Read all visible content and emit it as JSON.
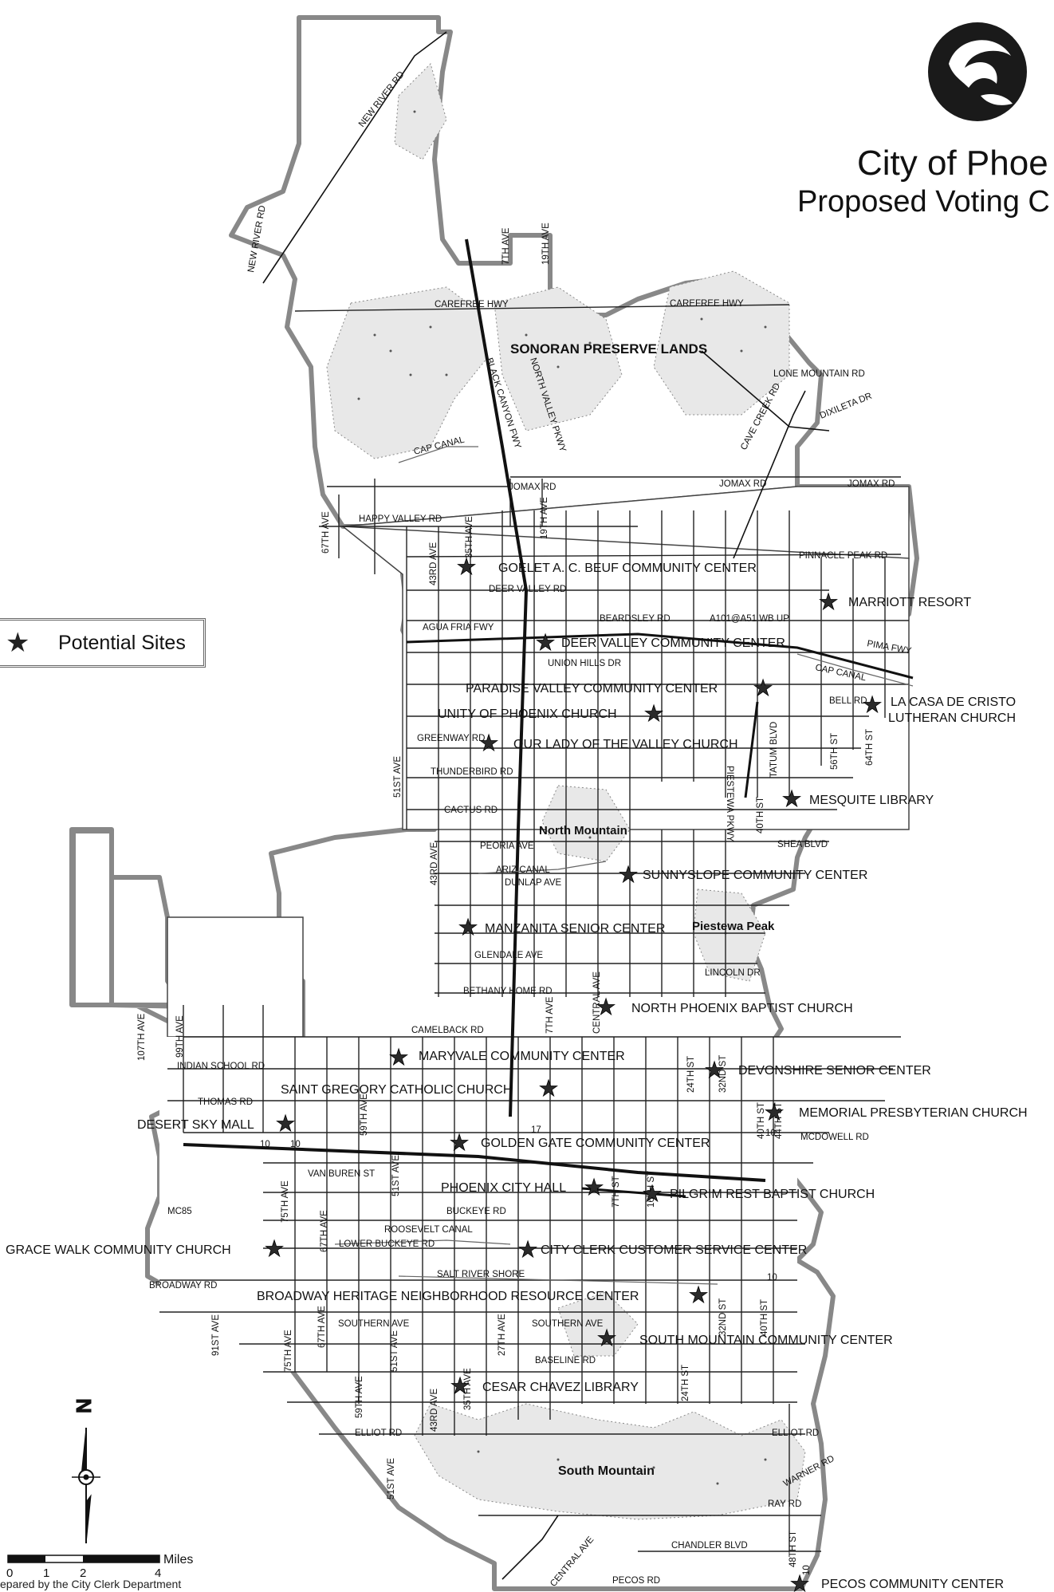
{
  "title": {
    "line1": "City of Phoe",
    "line2": "Proposed Voting C"
  },
  "legend": {
    "icon": "star-icon",
    "label": "Potential Sites"
  },
  "scale": {
    "unit": "Miles",
    "ticks": [
      "0",
      "1",
      "2",
      "4"
    ]
  },
  "north_label": "N",
  "credit": "epared by the City Clerk Department",
  "areas": [
    "SONORAN PRESERVE LANDS",
    "North Mountain",
    "Piestewa Peak",
    "South Mountain"
  ],
  "streets": [
    "NEW RIVER RD",
    "NEW RIVER RD",
    "CAREFREE HWY",
    "CAREFREE HWY",
    "LONE MOUNTAIN RD",
    "DIXILETA DR",
    "CAVE CREEK RD",
    "CAP CANAL",
    "JOMAX RD",
    "JOMAX RD",
    "JOMAX RD",
    "HAPPY VALLEY RD",
    "67TH AVE",
    "35TH AVE",
    "19TH AVE",
    "7TH AVE",
    "19TH AVE",
    "PINNACLE PEAK RD",
    "43RD AVE",
    "DEER VALLEY RD",
    "BEARDSLEY RD",
    "A101@A51 WB UP",
    "AGUA FRIA FWY",
    "PIMA FWY",
    "UNION HILLS DR",
    "CAP CANAL",
    "BELL RD",
    "GREENWAY RD",
    "TATUM BLVD",
    "56TH ST",
    "64TH ST",
    "51ST AVE",
    "THUNDERBIRD RD",
    "CACTUS RD",
    "40TH ST",
    "SHEA BLVD",
    "PEORIA AVE",
    "ARIZ CANAL",
    "DUNLAP AVE",
    "43RD AVE",
    "GLENDALE AVE",
    "LINCOLN DR",
    "BETHANY HOME RD",
    "7TH AVE",
    "CENTRAL AVE",
    "CAMELBACK RD",
    "107TH AVE",
    "99TH AVE",
    "INDIAN SCHOOL RD",
    "24TH ST",
    "32ND ST",
    "THOMAS RD",
    "40TH ST",
    "44TH ST",
    "MCDOWELL RD",
    "59TH AVE",
    "VAN BUREN ST",
    "51ST AVE",
    "7TH ST",
    "16TH ST",
    "MC85",
    "75TH AVE",
    "67TH AVE",
    "BUCKEYE RD",
    "ROOSEVELT CANAL",
    "LOWER BUCKEYE RD",
    "SALT RIVER SHORE",
    "BROADWAY RD",
    "91ST AVE",
    "SOUTHERN AVE",
    "SOUTHERN AVE",
    "27TH AVE",
    "32ND ST",
    "40TH ST",
    "BASELINE RD",
    "75TH AVE",
    "67TH AVE",
    "51ST AVE",
    "59TH AVE",
    "43RD AVE",
    "35TH AVE",
    "24TH ST",
    "ELLIOT RD",
    "ELLIOT RD",
    "51ST AVE",
    "WARNER RD",
    "RAY RD",
    "CHANDLER BLVD",
    "48TH ST",
    "PECOS RD",
    "CENTRAL AVE",
    "BLACK CANYON FWY",
    "NORTH VALLEY PKWY",
    "PIESTEWA PKWY",
    "10",
    "10",
    "10",
    "10",
    "10",
    "17"
  ],
  "sites": [
    "GOELET A. C. BEUF COMMUNITY CENTER",
    "MARRIOTT RESORT",
    "DEER VALLEY COMMUNITY CENTER",
    "PARADISE VALLEY COMMUNITY CENTER",
    "LA CASA DE CRISTO",
    "LUTHERAN CHURCH",
    "UNITY OF PHOENIX CHURCH",
    "OUR LADY OF THE VALLEY CHURCH",
    "MESQUITE LIBRARY",
    "SUNNYSLOPE COMMUNITY CENTER",
    "MANZANITA SENIOR CENTER",
    "NORTH PHOENIX BAPTIST CHURCH",
    "MARYVALE COMMUNITY CENTER",
    "DEVONSHIRE SENIOR CENTER",
    "SAINT GREGORY CATHOLIC CHURCH",
    "MEMORIAL PRESBYTERIAN CHURCH",
    "DESERT SKY MALL",
    "GOLDEN GATE COMMUNITY CENTER",
    "PHOENIX CITY HALL",
    "PILGRIM REST BAPTIST CHURCH",
    "CITY CLERK CUSTOMER SERVICE CENTER",
    "GRACE WALK COMMUNITY CHURCH",
    "BROADWAY HERITAGE NEIGHBORHOOD RESOURCE CENTER",
    "SOUTH MOUNTAIN COMMUNITY CENTER",
    "CESAR CHAVEZ LIBRARY",
    "PECOS COMMUNITY CENTER"
  ]
}
